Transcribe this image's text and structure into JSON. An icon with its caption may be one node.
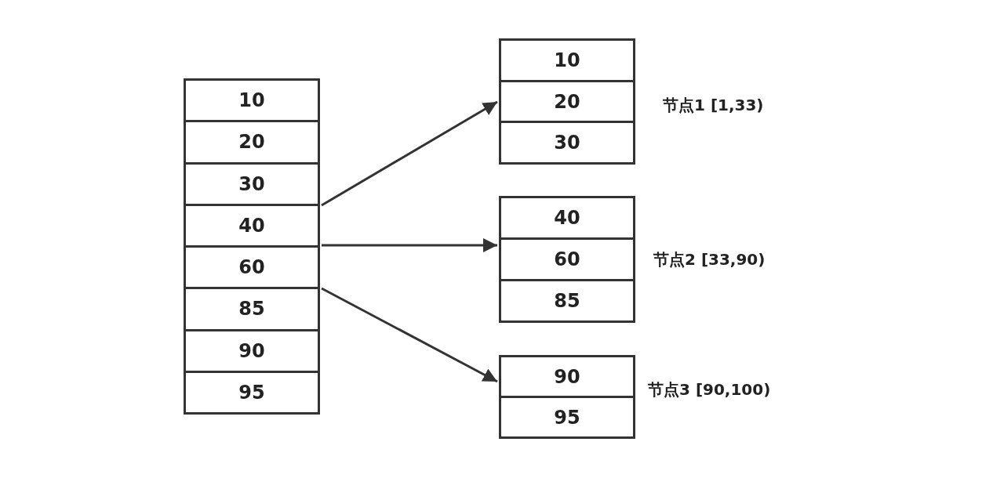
{
  "diagram": {
    "nodes": [
      {
        "text": [],
        "shape": "box"
      },
      {
        "text": [
          "10"
        ],
        "in": 0
      },
      {
        "text": [
          "20"
        ],
        "in": 0
      },
      {
        "text": [
          "30"
        ],
        "in": 0
      },
      {
        "text": [
          "40"
        ],
        "in": 0
      },
      {
        "text": [
          "60"
        ],
        "in": 0
      },
      {
        "text": [
          "85"
        ],
        "in": 0
      },
      {
        "text": [
          "90"
        ],
        "in": 0
      },
      {
        "text": [
          "95"
        ],
        "in": 0
      },
      {
        "text": [],
        "shape": "box",
        "beside": [
          "节点1 [1,33)"
        ]
      },
      {
        "text": [
          "10"
        ],
        "in": 9
      },
      {
        "text": [
          "20"
        ],
        "in": 9
      },
      {
        "text": [
          "30"
        ],
        "in": 9
      },
      {
        "text": [],
        "shape": "box",
        "beside": [
          "节点2 [33,90)"
        ]
      },
      {
        "text": [
          "40"
        ],
        "in": 13
      },
      {
        "text": [
          "60"
        ],
        "in": 13
      },
      {
        "text": [
          "85"
        ],
        "in": 13
      },
      {
        "text": [],
        "shape": "box",
        "beside": [
          "节点3 [90,100)"
        ]
      },
      {
        "text": [
          "90"
        ],
        "in": 17
      },
      {
        "text": [
          "95"
        ],
        "in": 17
      }
    ],
    "edges": [
      {
        "from": 0,
        "to": 9,
        "arrow": "to"
      },
      {
        "from": 0,
        "to": 13,
        "arrow": "to"
      },
      {
        "from": 0,
        "to": 17,
        "arrow": "to"
      }
    ]
  }
}
